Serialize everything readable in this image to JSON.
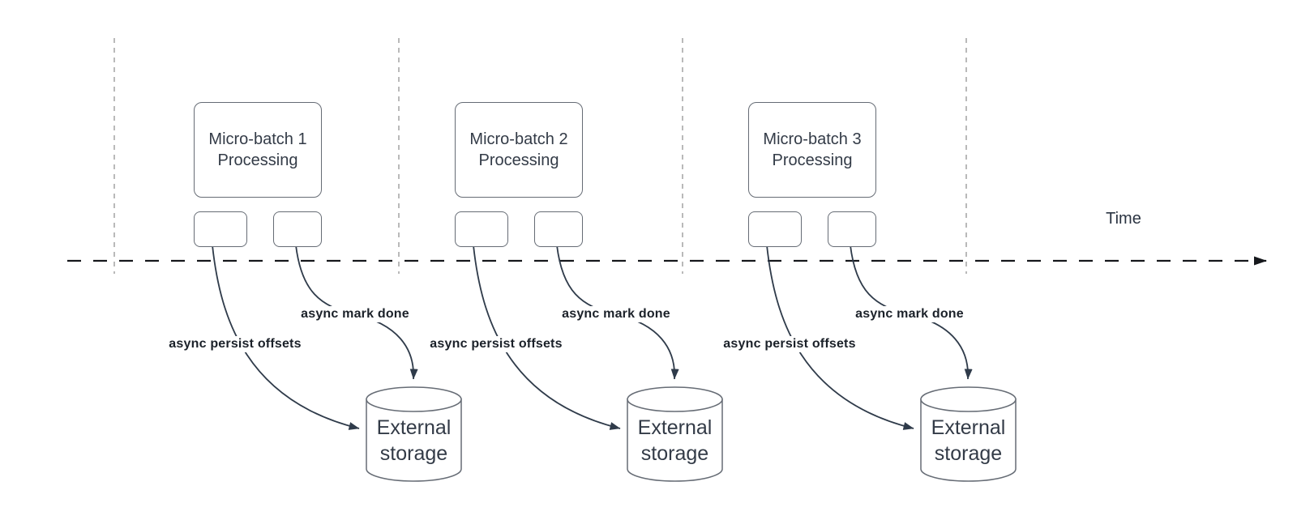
{
  "diagram": {
    "type": "micro-batch streaming timeline",
    "time_axis_label": "Time",
    "colors": {
      "background": "#ffffff",
      "shape_border": "#666c75",
      "arrow": "#2f3b4a",
      "timeline": "#16181c",
      "guide_line": "#a8a8a8",
      "box_text": "#333b47",
      "connector_label_text": "#1b2129"
    },
    "batches": [
      {
        "box_title_line1": "Micro-batch 1",
        "box_title_line2": "Processing",
        "persist_label": "async persist offsets",
        "mark_done_label": "async mark done",
        "storage_line1": "External",
        "storage_line2": "storage"
      },
      {
        "box_title_line1": "Micro-batch 2",
        "box_title_line2": "Processing",
        "persist_label": "async persist offsets",
        "mark_done_label": "async mark done",
        "storage_line1": "External",
        "storage_line2": "storage"
      },
      {
        "box_title_line1": "Micro-batch 3",
        "box_title_line2": "Processing",
        "persist_label": "async persist offsets",
        "mark_done_label": "async mark done",
        "storage_line1": "External",
        "storage_line2": "storage"
      }
    ]
  }
}
